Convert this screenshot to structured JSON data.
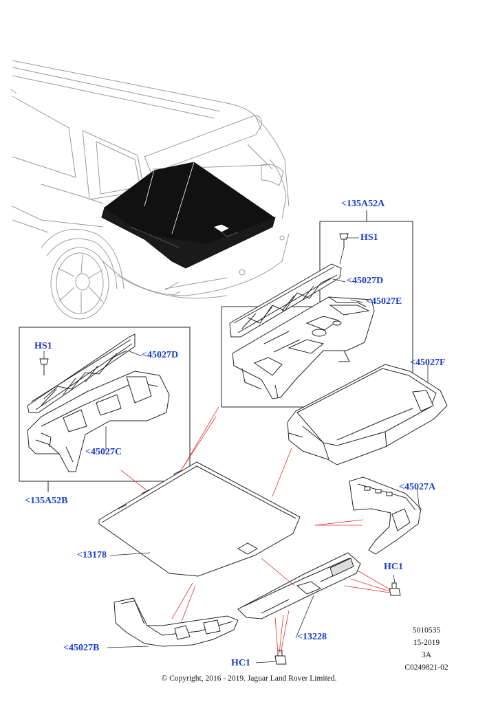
{
  "callouts": {
    "group_a": "<135A52A",
    "group_b": "<135A52B",
    "hs1_right": "HS1",
    "hs1_left": "HS1",
    "d_right": "<45027D",
    "e_right": "<45027E",
    "d_left": "<45027D",
    "c_left": "<45027C",
    "f": "<45027F",
    "a": "<45027A",
    "hc1_right": "HC1",
    "hc1_bottom": "HC1",
    "floor": "<13178",
    "sill": "<13228",
    "b": "<45027B"
  },
  "meta": {
    "line1": "5010535",
    "line2": "15-2019",
    "line3": "3A",
    "line4": "C0249821-02"
  },
  "copyright": "© Copyright, 2016 - 2019. Jaguar Land Rover Limited.",
  "colors": {
    "callout": "#1a3ccc",
    "leader_red": "#e03030",
    "line": "#222222"
  }
}
